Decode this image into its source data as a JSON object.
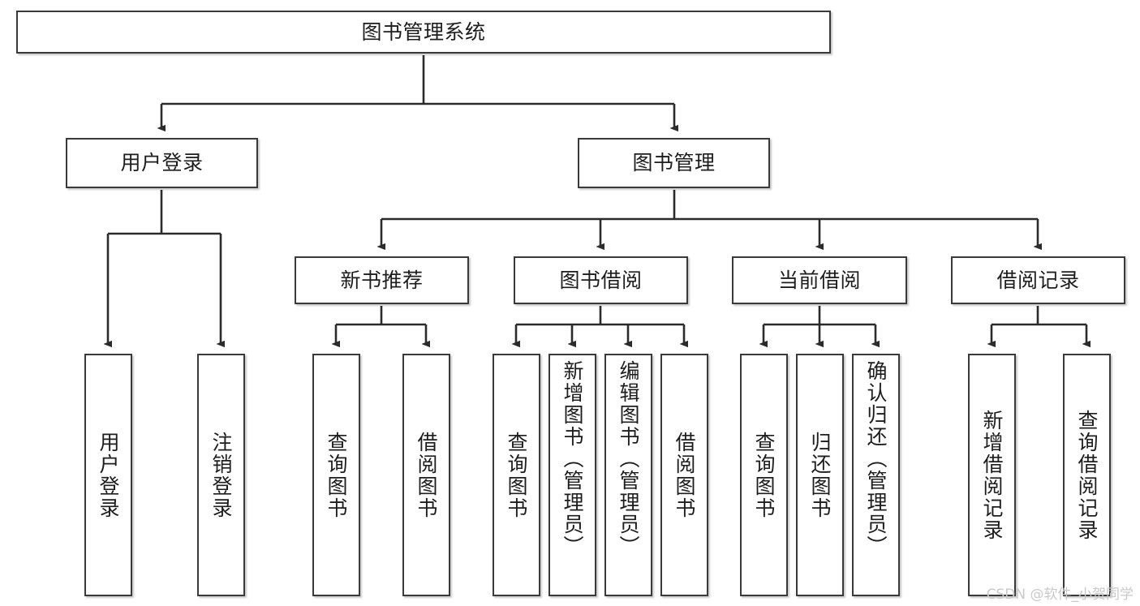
{
  "diagram": {
    "title": "图书管理系统",
    "type": "tree",
    "root": {
      "label": "图书管理系统"
    },
    "level2": [
      {
        "label": "用户登录"
      },
      {
        "label": "图书管理"
      }
    ],
    "level3": [
      {
        "label": "新书推荐"
      },
      {
        "label": "图书借阅"
      },
      {
        "label": "当前借阅"
      },
      {
        "label": "借阅记录"
      }
    ],
    "leaves": {
      "user_login": [
        {
          "label": "用户登录"
        },
        {
          "label": "注销登录"
        }
      ],
      "new_book_recommend": [
        {
          "label": "查询图书"
        },
        {
          "label": "借阅图书"
        }
      ],
      "book_borrow": [
        {
          "label": "查询图书"
        },
        {
          "label": "新增图书（管理员）"
        },
        {
          "label": "编辑图书（管理员）"
        },
        {
          "label": "借阅图书"
        }
      ],
      "current_borrow": [
        {
          "label": "查询图书"
        },
        {
          "label": "归还图书"
        },
        {
          "label": "确认归还（管理员）"
        }
      ],
      "borrow_record": [
        {
          "label": "新增借阅记录"
        },
        {
          "label": "查询借阅记录"
        }
      ]
    }
  },
  "watermark": {
    "text": "CSDN @软件_小贺同学"
  },
  "colors": {
    "background": "#ffffff",
    "node_border": "#3a3a3a",
    "node_fill": "#ffffff",
    "edge": "#2b2b2b",
    "text": "#1d1d1d",
    "watermark": "#c9c9c9"
  }
}
